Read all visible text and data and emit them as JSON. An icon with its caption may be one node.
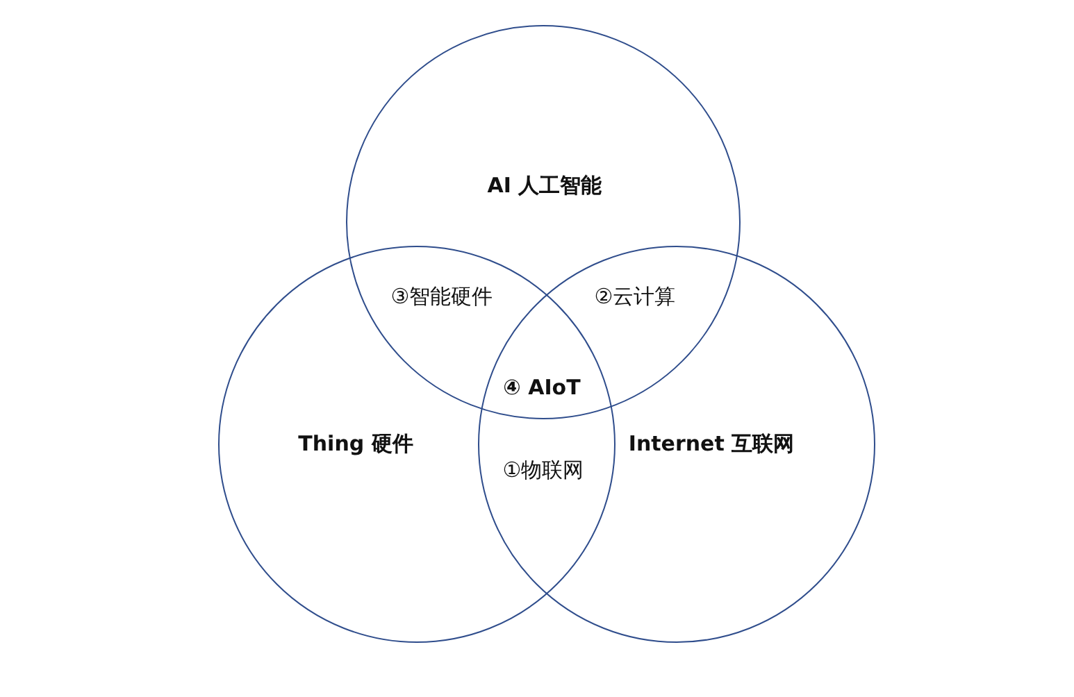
{
  "diagram": {
    "nodes": [
      {
        "text": [
          "AI 人工智能"
        ]
      },
      {
        "text": [
          "Thing 硬件"
        ]
      },
      {
        "text": [
          "Internet 互联网"
        ]
      }
    ],
    "labels": [
      "③智能硬件",
      "②云计算",
      "④ AIoT",
      "①物联网"
    ]
  }
}
